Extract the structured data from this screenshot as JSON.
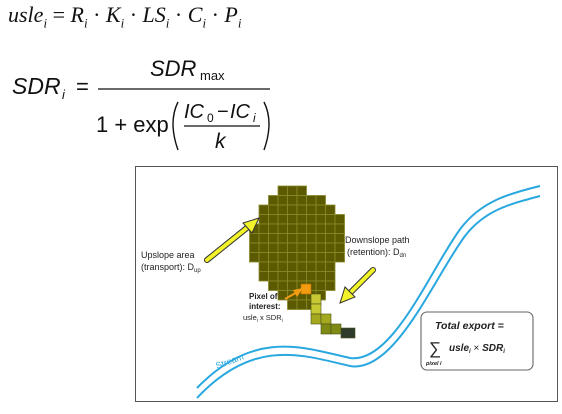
{
  "equations": {
    "usle": {
      "lhs": "usle",
      "lhs_sub": "i",
      "rhs_terms": [
        "R",
        "K",
        "LS",
        "C",
        "P"
      ],
      "rhs_subs": [
        "i",
        "i",
        "i",
        "i",
        "i"
      ],
      "operator": "·"
    },
    "sdr": {
      "lhs": "SDR",
      "lhs_sub": "i",
      "numerator": "SDR",
      "numerator_sub": "max",
      "denominator_prefix": "1 + exp",
      "inner_numerator_a": "IC",
      "inner_numerator_a_sub": "0",
      "inner_numerator_minus": "−",
      "inner_numerator_b": "IC",
      "inner_numerator_b_sub": "i",
      "inner_denominator": "k"
    }
  },
  "figure": {
    "upslope_label_line1": "Upslope area",
    "upslope_label_line2": "(transport): D",
    "upslope_label_sub": "up",
    "downslope_label_line1": "Downslope path",
    "downslope_label_line2": "(retention): D",
    "downslope_label_sub": "dn",
    "pixel_label_line1": "Pixel of",
    "pixel_label_line2": "interest:",
    "pixel_label_line3": "usle",
    "pixel_label_line3_sub": "i",
    "pixel_label_line3_rest": " x SDR",
    "pixel_label_line3_sub2": "i",
    "stream_label": "Stream",
    "total_title": "Total export =",
    "total_sum_symbol": "∑",
    "total_sum_index": "pixel i",
    "total_term_a": "usle",
    "total_term_a_sub": "i",
    "total_times": "×",
    "total_term_b": "SDR",
    "total_term_b_sub": "i"
  },
  "colors": {
    "upslope_fill": "#5c5a00",
    "upslope_grid": "#8a8a2a",
    "pixel_interest": "#f39c12",
    "path_light": "#c8c832",
    "path_mid": "#a3a81e",
    "path_dark": "#7e8a14",
    "path_end": "#2f3b2a",
    "arrow_yellow": "#f2f22a",
    "stream_blue": "#29a8e0",
    "pixel_arrow": "#f39c12"
  }
}
